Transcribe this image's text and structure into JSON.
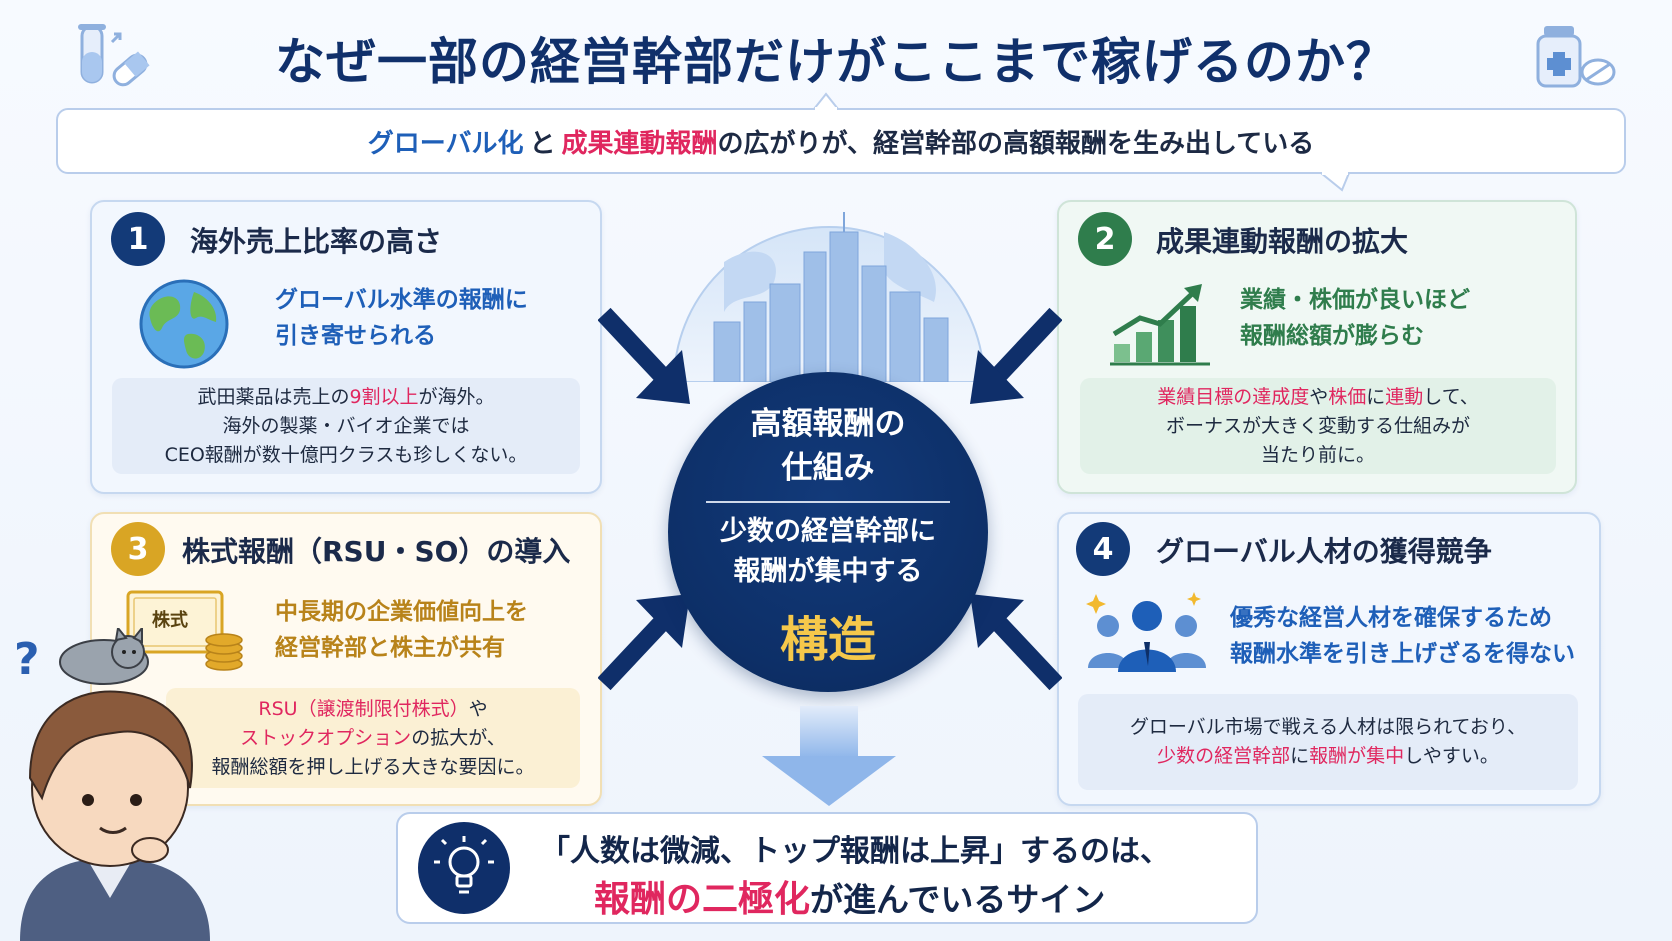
{
  "title": "なぜ一部の経営幹部だけがここまで稼げるのか？",
  "subtitle": {
    "part1": "グローバル化",
    "part2": "と",
    "part3": "成果連動報酬",
    "part4": "の広がりが、経営幹部の高額報酬を生み出している"
  },
  "cards": [
    {
      "number": "1",
      "title": "海外売上比率の高さ",
      "lead": [
        "グローバル水準の報酬に",
        "引き寄せられる"
      ],
      "note": {
        "line1_a": "武田薬品は売上の",
        "line1_b": "9割以上",
        "line1_c": "が海外。",
        "line2": "海外の製薬・バイオ企業では",
        "line3": "CEO報酬が数十億円クラスも珍しくない。"
      },
      "color": "#133a78"
    },
    {
      "number": "2",
      "title": "成果連動報酬の拡大",
      "lead": [
        "業績・株価が良いほど",
        "報酬総額が膨らむ"
      ],
      "note": {
        "line1_a": "業績目標の達成度",
        "line1_b": "や",
        "line1_c": "株価",
        "line1_d": "に",
        "line1_e": "連動",
        "line1_f": "して、",
        "line2": "ボーナスが大きく変動する仕組みが",
        "line3": "当たり前に。"
      },
      "color": "#2f7d4c"
    },
    {
      "number": "3",
      "title": "株式報酬（RSU・SO）の導入",
      "lead": [
        "中長期の企業価値向上を",
        "経営幹部と株主が共有"
      ],
      "certificate_label": "株式",
      "note": {
        "line1_a": "RSU（譲渡制限付株式）",
        "line1_b": "や",
        "line2_a": "ストックオプション",
        "line2_b": "の拡大が、",
        "line3": "報酬総額を押し上げる大きな要因に。"
      },
      "color": "#d9a524"
    },
    {
      "number": "4",
      "title": "グローバル人材の獲得競争",
      "lead": [
        "優秀な経営人材を確保するため",
        "報酬水準を引き上げざるを得ない"
      ],
      "note": {
        "line1": "グローバル市場で戦える人材は限られており、",
        "line2_a": "少数の経営幹部",
        "line2_b": "に",
        "line2_c": "報酬が集中",
        "line2_d": "しやすい。"
      },
      "color": "#133a78"
    }
  ],
  "center": {
    "top": [
      "高額報酬の",
      "仕組み"
    ],
    "middle": [
      "少数の経営幹部に",
      "報酬が集中する"
    ],
    "key": "構造"
  },
  "bottom": {
    "line1": "「人数は微減、トップ報酬は上昇」するのは、",
    "line2_a": "報酬の二極化",
    "line2_b": "が進んでいるサイン"
  },
  "colors": {
    "navy": "#0d2f67",
    "accent_red": "#e0275f",
    "accent_blue": "#1e5fb8",
    "gold": "#f5c84b"
  }
}
